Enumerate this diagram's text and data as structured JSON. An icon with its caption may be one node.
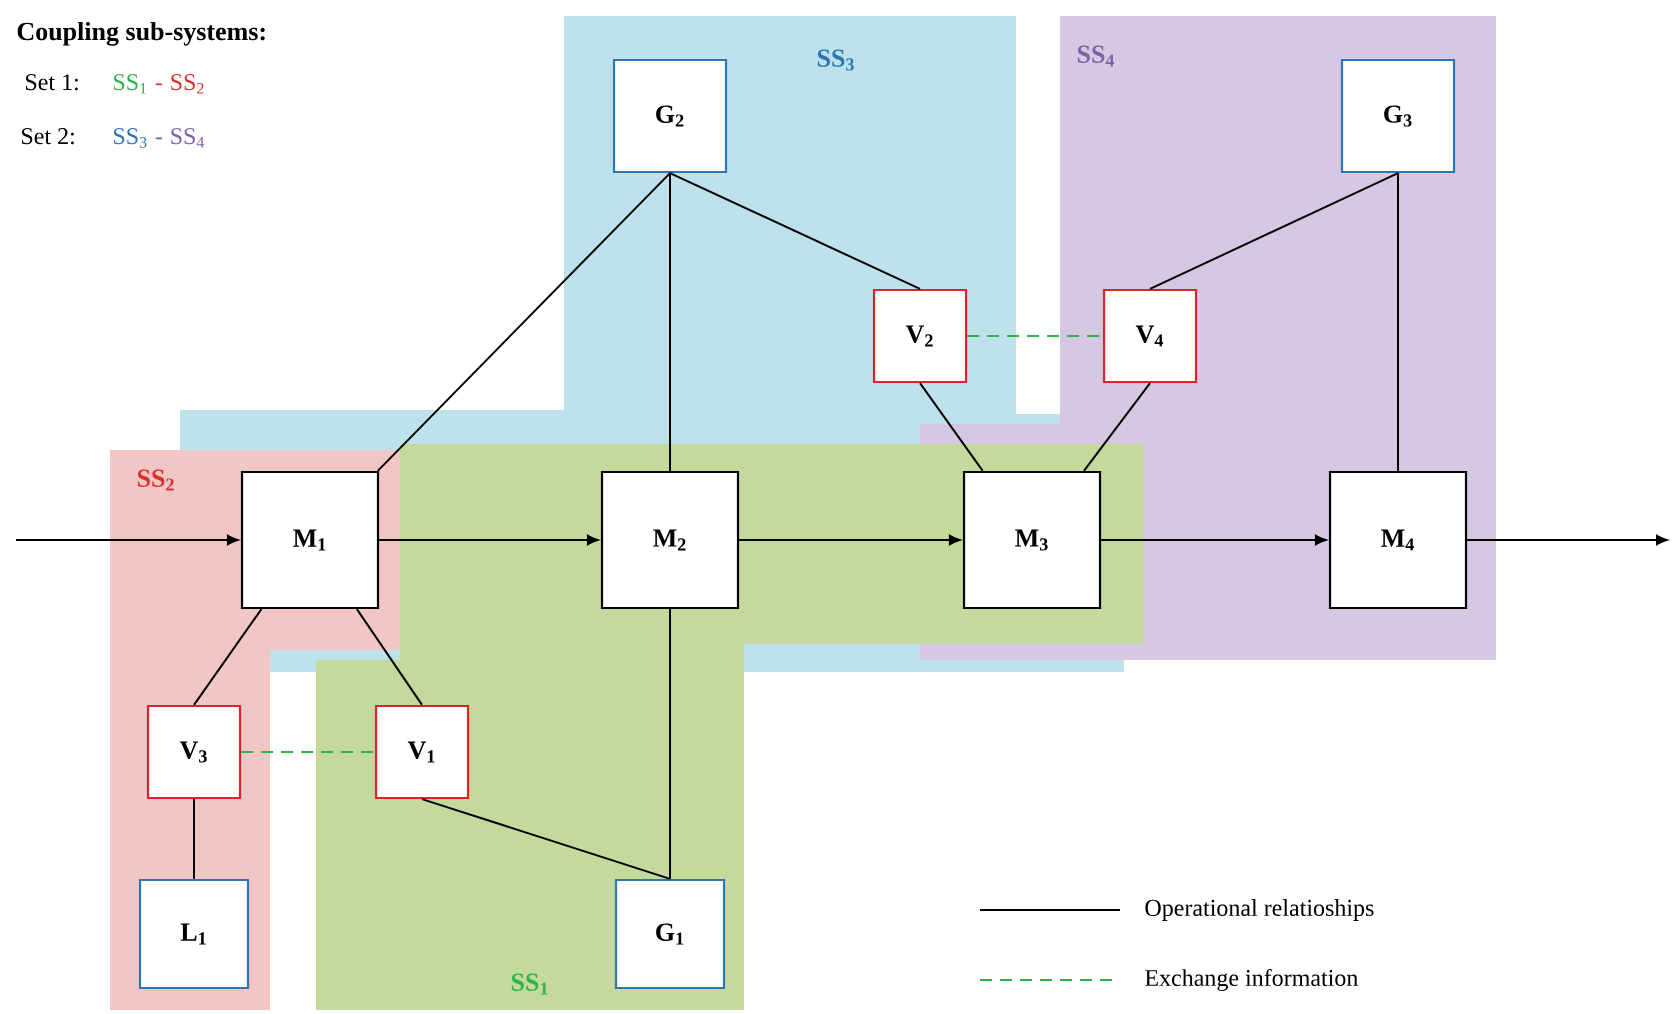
{
  "diagram": {
    "nodes": [
      {
        "text": [
          "SS$_{3}$"
        ]
      },
      {
        "text": [
          "SS$_{4}$"
        ]
      },
      {
        "text": [
          "SS$_{2}$"
        ]
      },
      {
        "text": [
          "SS$_{1}$"
        ]
      },
      {
        "text": [
          "M$_{1}$"
        ]
      },
      {
        "text": [
          "M$_{2}$"
        ]
      },
      {
        "text": [
          "M$_{3}$"
        ]
      },
      {
        "text": [
          "M$_{4}$"
        ],
        "in": 1
      },
      {
        "text": [
          "G$_{2}$"
        ],
        "in": 0
      },
      {
        "text": [
          "G$_{3}$"
        ],
        "in": 1
      },
      {
        "text": [
          "V$_{2}$"
        ],
        "in": 0
      },
      {
        "text": [
          "V$_{4}$"
        ],
        "in": 1
      },
      {
        "text": [
          "V$_{3}$"
        ],
        "in": 2
      },
      {
        "text": [
          "V$_{1}$"
        ],
        "in": 3
      },
      {
        "text": [
          "L$_{1}$"
        ],
        "in": 2
      },
      {
        "text": [
          "G$_{1}$"
        ],
        "in": 3
      }
    ],
    "edges": [
      {
        "from": null,
        "to": 4,
        "arrow": "to"
      },
      {
        "from": 4,
        "to": 5,
        "arrow": "to"
      },
      {
        "from": 5,
        "to": 6,
        "arrow": "to"
      },
      {
        "from": 6,
        "to": 7,
        "arrow": "to"
      },
      {
        "from": 7,
        "to": null,
        "arrow": "to"
      },
      {
        "from": 8,
        "to": 4,
        "arrow": "none"
      },
      {
        "from": 8,
        "to": 5,
        "arrow": "none"
      },
      {
        "from": 8,
        "to": 10,
        "arrow": "none"
      },
      {
        "from": 10,
        "to": 6,
        "arrow": "none"
      },
      {
        "from": 11,
        "to": 6,
        "arrow": "none"
      },
      {
        "from": 9,
        "to": 11,
        "arrow": "none"
      },
      {
        "from": 9,
        "to": 7,
        "arrow": "none"
      },
      {
        "from": 4,
        "to": 12,
        "arrow": "none"
      },
      {
        "from": 4,
        "to": 13,
        "arrow": "none"
      },
      {
        "from": 12,
        "to": 14,
        "arrow": "none"
      },
      {
        "from": 13,
        "to": 15,
        "arrow": "none"
      },
      {
        "from": 5,
        "to": 15,
        "arrow": "none"
      },
      {
        "from": 12,
        "to": 13,
        "arrow": "none",
        "style": "dashed",
        "color": "#2db34a"
      },
      {
        "from": 10,
        "to": 11,
        "arrow": "none",
        "style": "dashed",
        "color": "#2db34a"
      }
    ],
    "labels": [
      "Coupling sub-systems:",
      "Set 1:",
      "SS$_{1}$",
      "-",
      "SS$_{2}$",
      "Set 2:",
      "SS$_{3}$",
      "-",
      "SS$_{4}$"
    ],
    "legend": [
      {
        "text": "Operational relatioships"
      },
      {
        "text": "Exchange information"
      }
    ]
  }
}
